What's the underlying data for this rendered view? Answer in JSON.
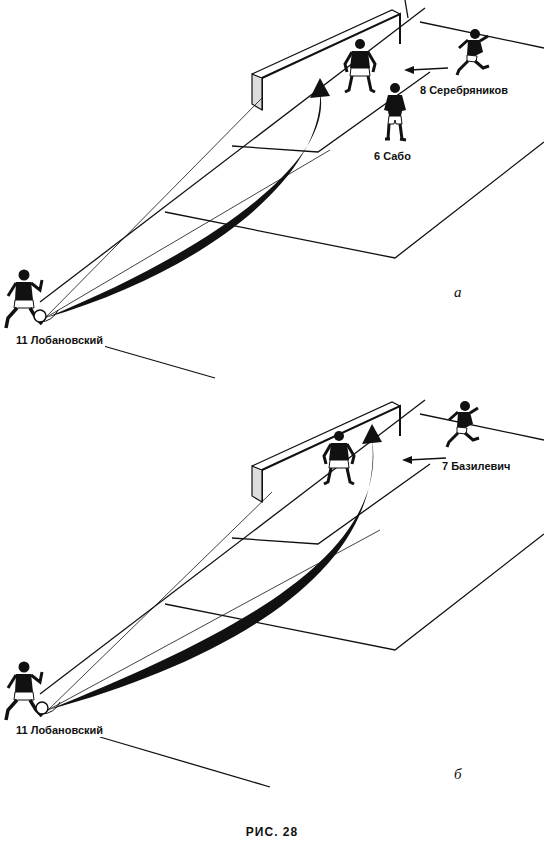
{
  "diagram": {
    "caption": "РИС. 28",
    "labels": [
      "8 Серебряников",
      "6 Сабо",
      "11 Лобановский",
      "а",
      "7 Базилевич",
      "11 Лобановский",
      "б"
    ]
  }
}
